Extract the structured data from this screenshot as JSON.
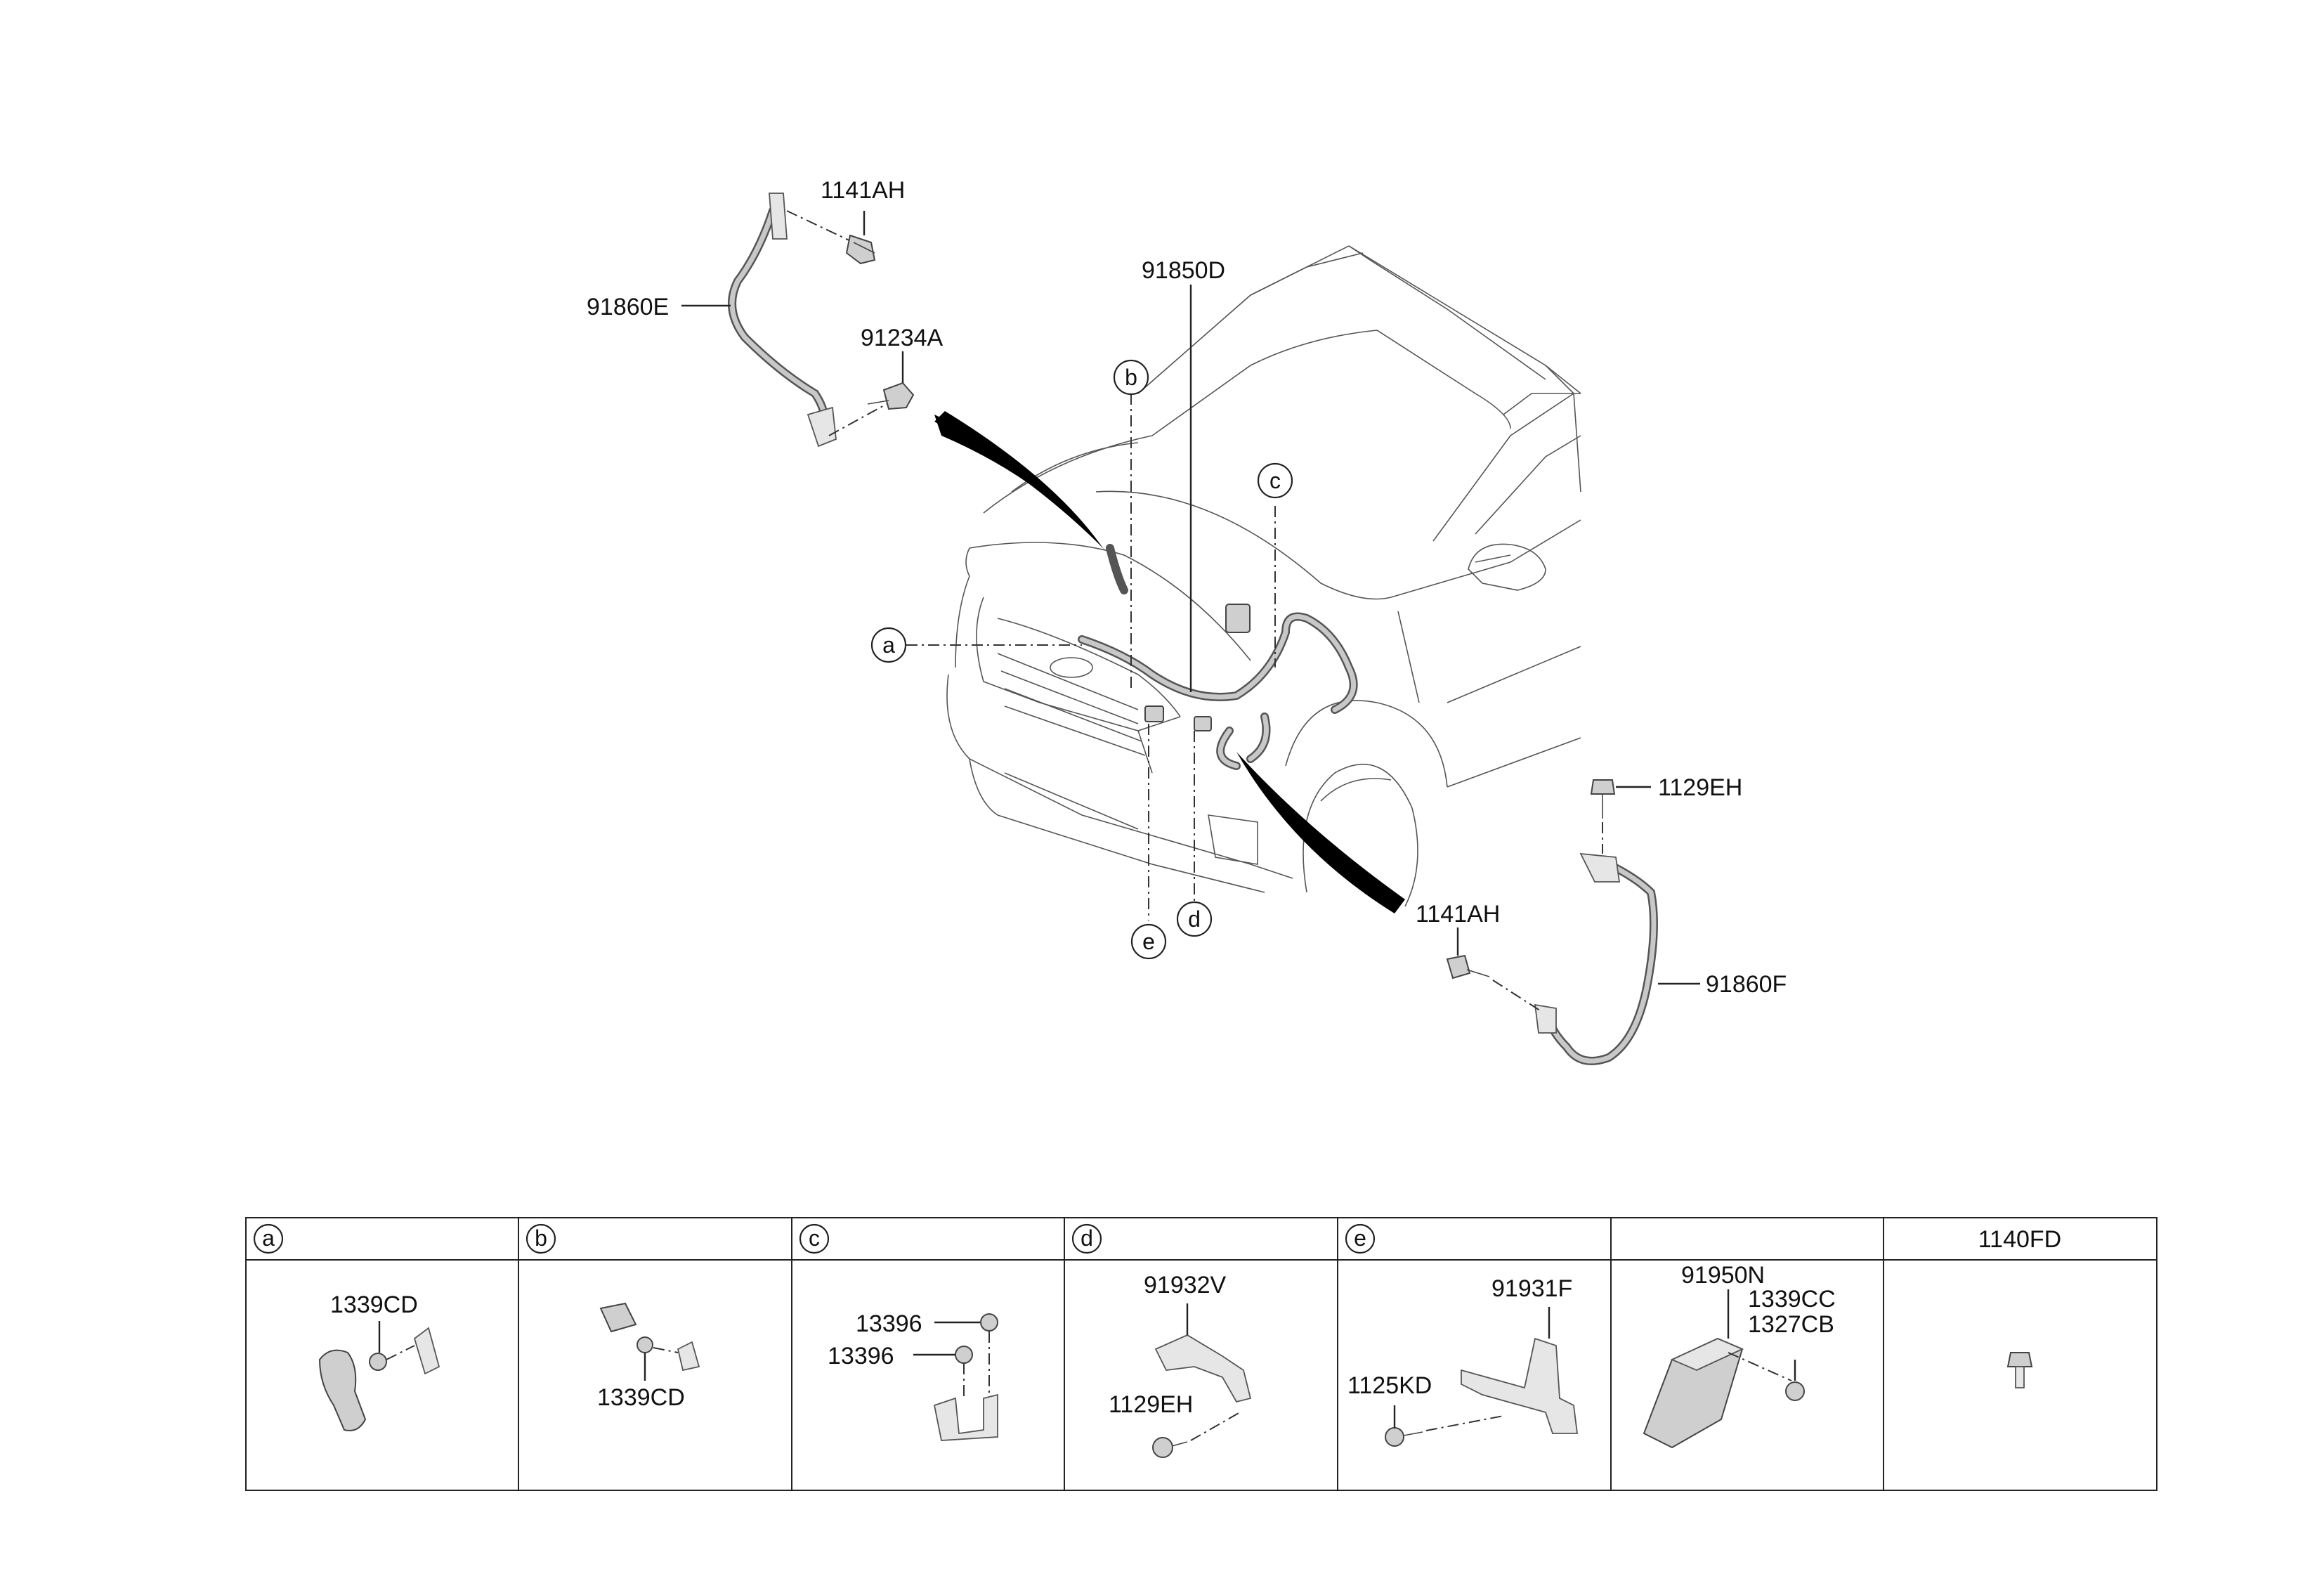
{
  "labels": {
    "p1141AH_top": "1141AH",
    "p91860E": "91860E",
    "p91234A": "91234A",
    "p91850D": "91850D",
    "p1129EH_right": "1129EH",
    "p1141AH_right": "1141AH",
    "p91860F": "91860F"
  },
  "callouts": {
    "a": "a",
    "b": "b",
    "c": "c",
    "d": "d",
    "e": "e"
  },
  "table": {
    "headers": [
      "a",
      "b",
      "c",
      "d",
      "e",
      "",
      "1140FD"
    ],
    "cells": {
      "a_1": "1339CD",
      "b_1": "1339CD",
      "c_1": "13396",
      "c_2": "13396",
      "d_1": "91932V",
      "d_2": "1129EH",
      "e_1": "91931F",
      "e_2": "1125KD",
      "f_1": "91950N",
      "f_2": "1339CC",
      "f_3": "1327CB"
    }
  },
  "colors": {
    "line": "#222222",
    "part_fill": "#cfcfcf",
    "background": "#ffffff"
  }
}
